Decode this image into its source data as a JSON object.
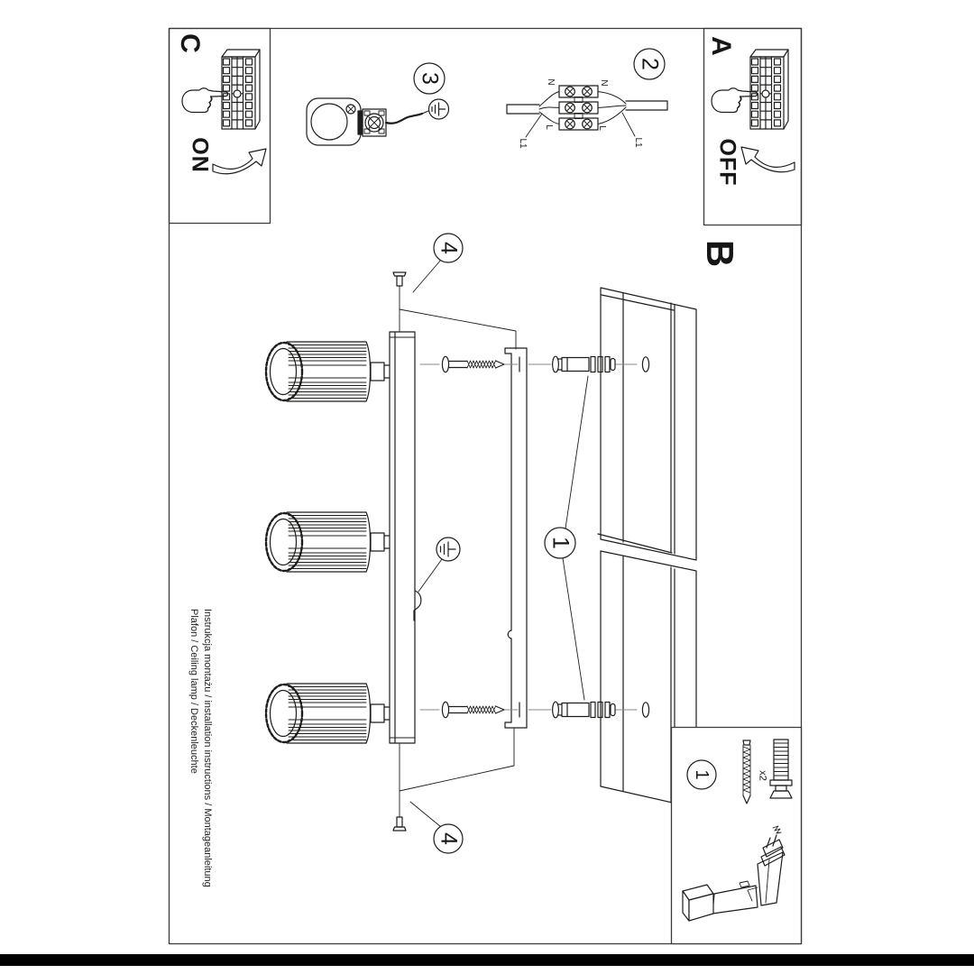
{
  "page": {
    "ink": "#1d1d1b",
    "border": "#3a3a3a",
    "footer_bar": "#000000",
    "background": "#ffffff"
  },
  "steps": {
    "a": "A",
    "b": "B",
    "c": "C",
    "on": "ON",
    "off": "OFF"
  },
  "callouts": {
    "canopy": "3",
    "wiring": "2",
    "anchors": "1",
    "screws_top": "4",
    "screws_bottom": "4",
    "kit": "1"
  },
  "wiring_labels": {
    "n_left": "N",
    "n_right": "N",
    "l_left": "L",
    "l_right": "L",
    "l1_left": "L1",
    "l1_right": "L1"
  },
  "kit": {
    "anchor_qty": "x2"
  },
  "footer": {
    "line1": "Instrukcja montażu / installation instructions / Montageanleitung",
    "line2": "Plafon / Ceiling lamp / Deckenleuchte"
  }
}
